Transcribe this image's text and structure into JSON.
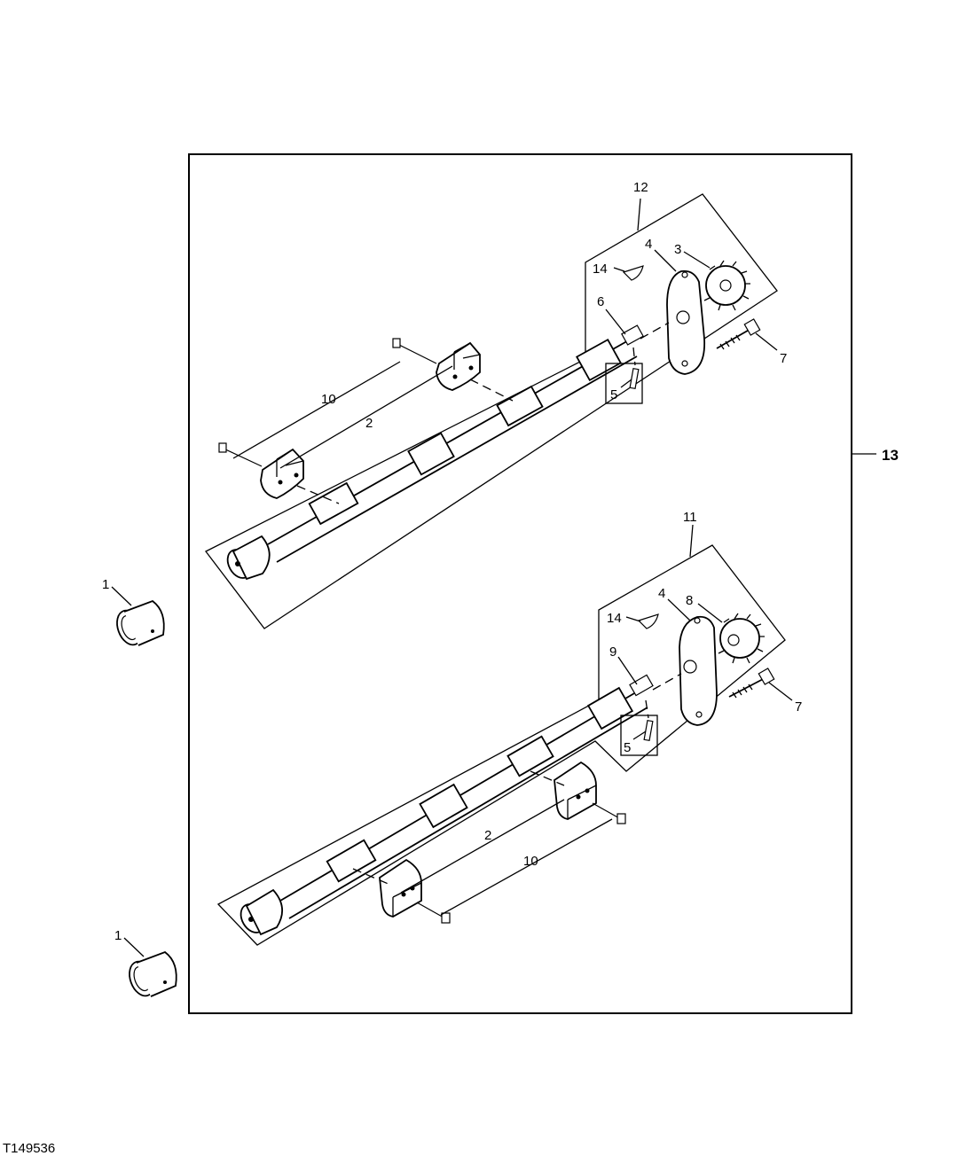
{
  "callouts": {
    "c1a": "1",
    "c1b": "1",
    "c2a": "2",
    "c2b": "2",
    "c3": "3",
    "c4a": "4",
    "c4b": "4",
    "c5a": "5",
    "c5b": "5",
    "c6": "6",
    "c7a": "7",
    "c7b": "7",
    "c8": "8",
    "c9": "9",
    "c10a": "10",
    "c10b": "10",
    "c11": "11",
    "c12": "12",
    "c13": "13",
    "c14a": "14",
    "c14b": "14"
  },
  "reference_code": "T149536"
}
